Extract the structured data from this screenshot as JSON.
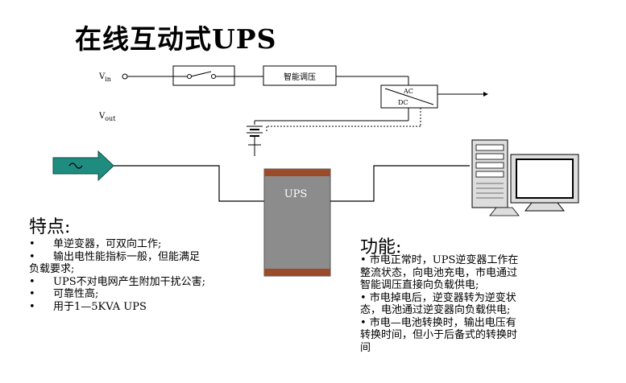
{
  "title": "在线互动式UPS",
  "diagram": {
    "vin_label": "V",
    "vin_sub": "in",
    "vout_label": "V",
    "vout_sub": "out",
    "regulator_label": "智能调压",
    "acdc_top": "AC",
    "acdc_bottom": "DC",
    "ups_label": "UPS"
  },
  "features": {
    "heading": "特点:",
    "items": [
      {
        "text": "单逆变器，可双向工作;"
      },
      {
        "text": "输出电性能指标一般，但能满足"
      },
      {
        "text": "负载要求;",
        "cont": true
      },
      {
        "text": "UPS不对电网产生附加干扰公害;"
      },
      {
        "text": "可靠性高;"
      },
      {
        "text": "用于1—5KVA UPS"
      }
    ]
  },
  "functions": {
    "heading": "功能:",
    "lines": [
      "•   市电正常时，UPS逆变器工作在",
      "整流状态，向电池充电，市电通过",
      "智能调压直接向负载供电;",
      "•   市电掉电后，逆变器转为逆变状",
      "态，电池通过逆变器向负载供电;",
      "•   市电—电池转换时，输出电压有",
      "转换时间，但小于后备式的转换时",
      "间"
    ]
  },
  "colors": {
    "arrow": "#1f8c80",
    "ups_body": "#8c8c8c",
    "ups_band": "#9b4a2a"
  }
}
